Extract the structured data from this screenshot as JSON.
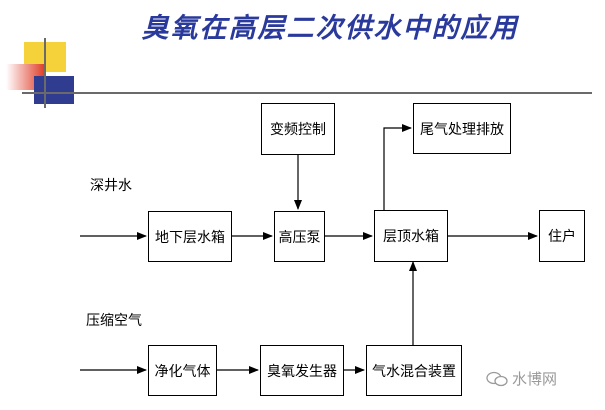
{
  "title": "臭氧在高层二次供水中的应用",
  "inputs": {
    "deep_well_water": "深井水",
    "compressed_air": "压缩空气"
  },
  "nodes": {
    "underground_tank": "地下层水箱",
    "high_pressure_pump": "高压泵",
    "vfd_control": "变频控制",
    "roof_tank": "层顶水箱",
    "residents": "住户",
    "exhaust_treatment": "尾气处理排放",
    "purify_gas": "净化气体",
    "ozone_generator": "臭氧发生器",
    "gas_water_mixer": "气水混合装置"
  },
  "edges": [
    {
      "from": "深井水",
      "to": "地下层水箱"
    },
    {
      "from": "地下层水箱",
      "to": "高压泵"
    },
    {
      "from": "变频控制",
      "to": "高压泵"
    },
    {
      "from": "高压泵",
      "to": "层顶水箱"
    },
    {
      "from": "层顶水箱",
      "to": "住户"
    },
    {
      "from": "层顶水箱",
      "to": "尾气处理排放"
    },
    {
      "from": "压缩空气",
      "to": "净化气体"
    },
    {
      "from": "净化气体",
      "to": "臭氧发生器"
    },
    {
      "from": "臭氧发生器",
      "to": "气水混合装置"
    },
    {
      "from": "气水混合装置",
      "to": "层顶水箱"
    }
  ],
  "watermark": "水博网",
  "colors": {
    "title": "#2a3a9c",
    "accent_yellow": "#f6d23a",
    "accent_red": "#e0402c",
    "accent_blue": "#2f3c8f"
  }
}
